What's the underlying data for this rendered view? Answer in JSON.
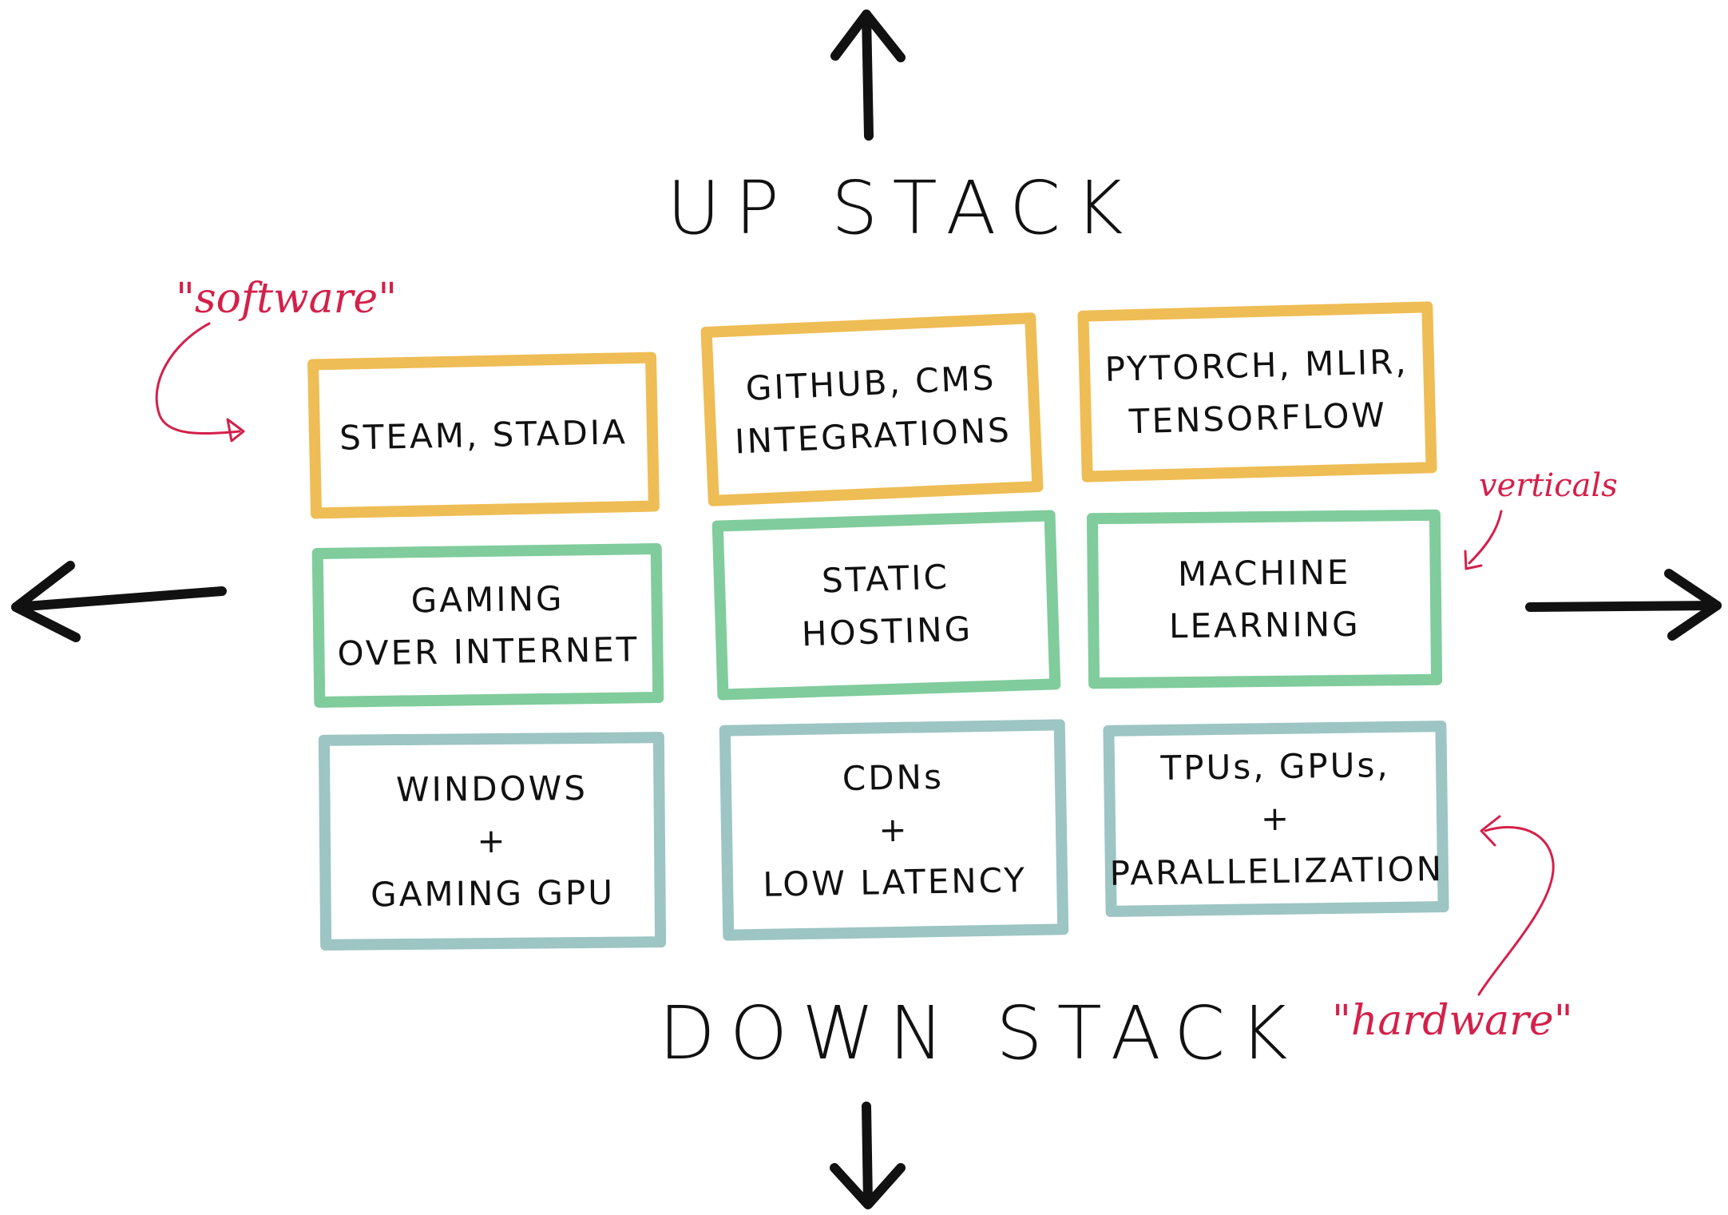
{
  "labels": {
    "up": "UP STACK",
    "down": "DOWN STACK"
  },
  "notes": {
    "software": "\"software\"",
    "verticals": "verticals",
    "hardware": "\"hardware\""
  },
  "rows": [
    {
      "kind": "software",
      "boxes": [
        {
          "lines": [
            "STEAM, STADIA"
          ]
        },
        {
          "lines": [
            "GITHUB, CMS",
            "INTEGRATIONS"
          ]
        },
        {
          "lines": [
            "PYTORCH, MLIR,",
            "TENSORFLOW"
          ]
        }
      ]
    },
    {
      "kind": "verticals",
      "boxes": [
        {
          "lines": [
            "GAMING",
            "OVER INTERNET"
          ]
        },
        {
          "lines": [
            "STATIC",
            "HOSTING"
          ]
        },
        {
          "lines": [
            "MACHINE",
            "LEARNING"
          ]
        }
      ]
    },
    {
      "kind": "hardware",
      "boxes": [
        {
          "lines": [
            "WINDOWS",
            "+",
            "GAMING GPU"
          ]
        },
        {
          "lines": [
            "CDNs",
            "+",
            "LOW LATENCY"
          ]
        },
        {
          "lines": [
            "TPUs, GPUs,",
            "+",
            "PARALLELIZATION"
          ]
        }
      ]
    }
  ],
  "colors": {
    "software_border": "#efbd55",
    "verticals_border": "#80cc9c",
    "hardware_border": "#9cc5c3",
    "ink": "#111111",
    "annotation": "#d4204a"
  },
  "icons": {
    "up": "arrow-up-icon",
    "down": "arrow-down-icon",
    "left": "arrow-left-icon",
    "right": "arrow-right-icon"
  }
}
